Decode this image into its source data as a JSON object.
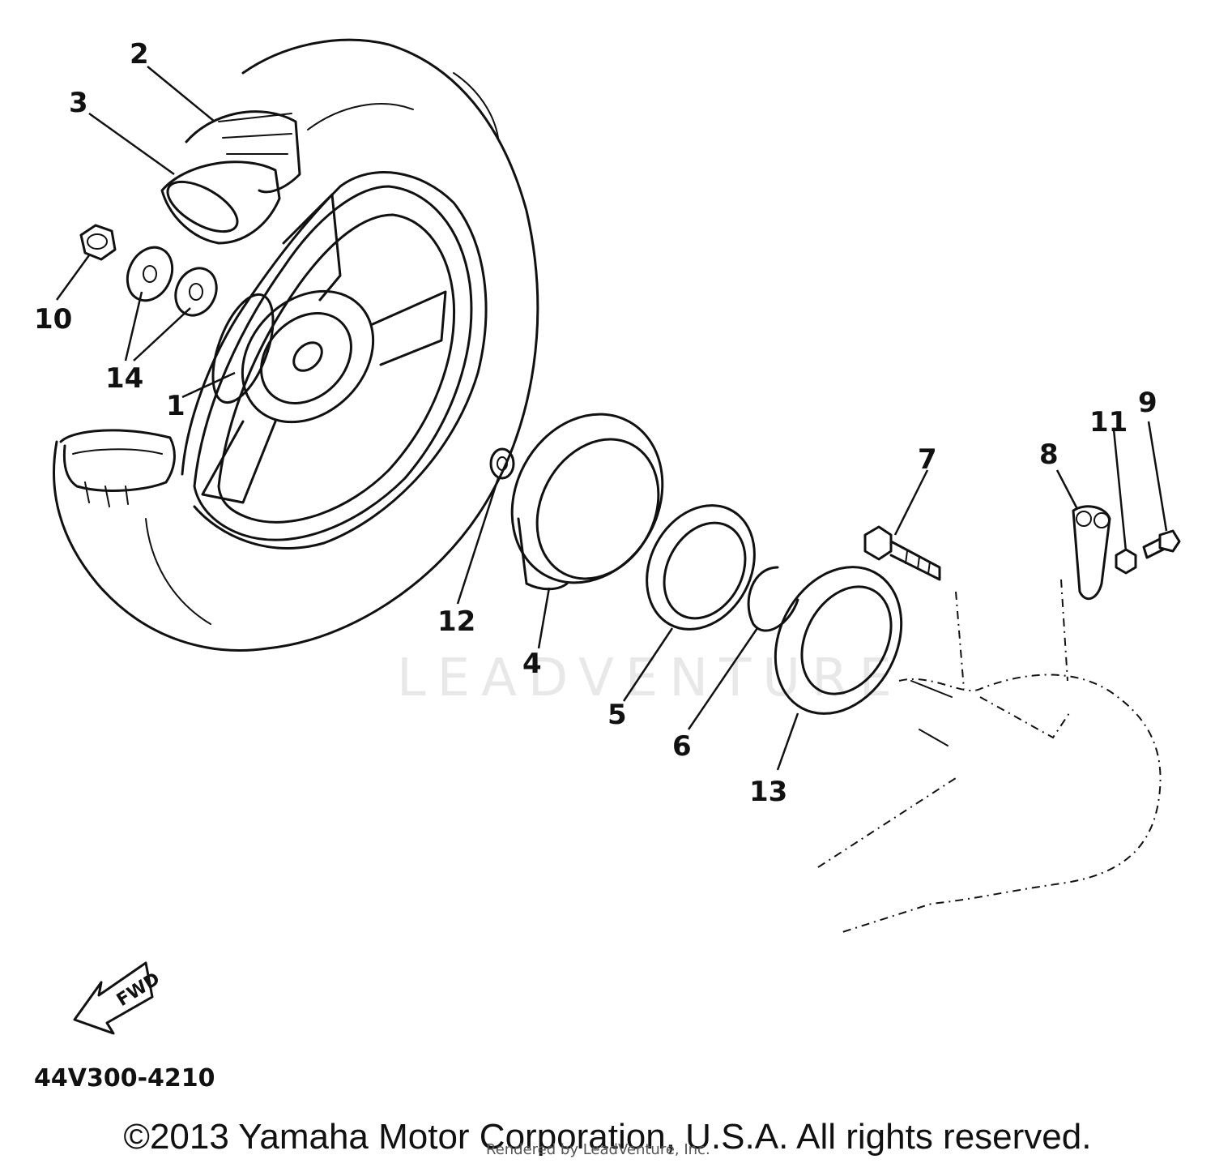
{
  "diagram": {
    "callouts": [
      "2",
      "3",
      "10",
      "14",
      "1",
      "12",
      "4",
      "5",
      "6",
      "7",
      "13",
      "8",
      "11",
      "9"
    ],
    "diagram_code": "44V300-4210",
    "fwd_label": "FWD",
    "watermark": "LEADVENTURE",
    "copyright": "©2013 Yamaha Motor Corporation, U.S.A. All rights reserved.",
    "rendered_by": "Rendered by LeadVenture, Inc."
  }
}
